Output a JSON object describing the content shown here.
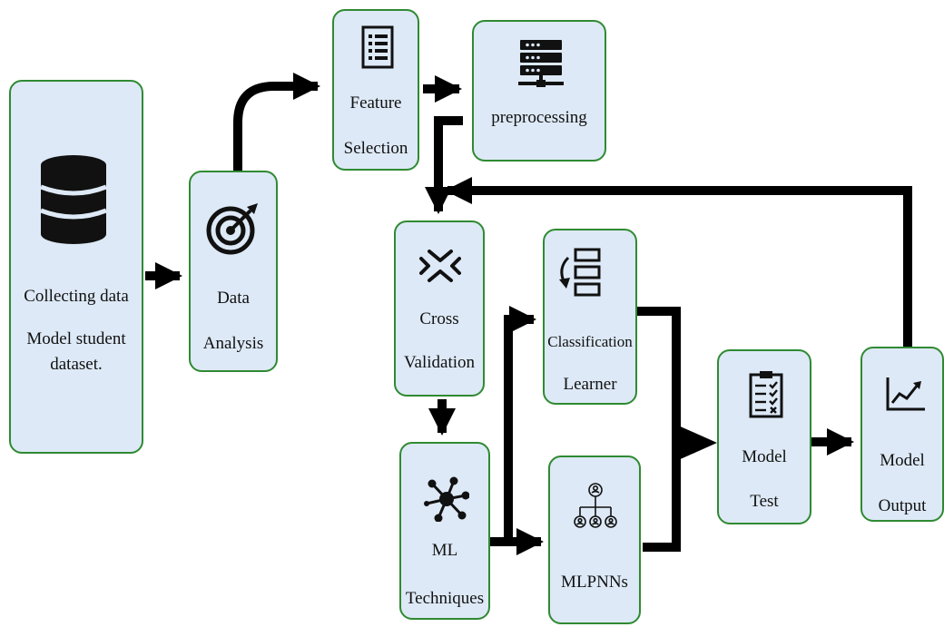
{
  "collect": {
    "line1": "Collecting data",
    "line2": "Model student",
    "line3": "dataset."
  },
  "analysis": {
    "line1": "Data",
    "line2": "Analysis"
  },
  "feature": {
    "line1": "Feature",
    "line2": "Selection"
  },
  "preprocessing": {
    "label": "preprocessing"
  },
  "cross": {
    "line1": "Cross",
    "line2": "Validation"
  },
  "ml": {
    "line1": "ML",
    "line2": "Techniques"
  },
  "classification": {
    "line1": "Classification",
    "line2": "Learner"
  },
  "mlpnn": {
    "label": "MLPNNs"
  },
  "test": {
    "line1": "Model",
    "line2": "Test"
  },
  "output": {
    "line1": "Model",
    "line2": "Output"
  },
  "icons": [
    "database-icon",
    "target-icon",
    "document-list-icon",
    "server-icon",
    "cross-validation-icon",
    "network-hub-icon",
    "classification-icon",
    "hierarchy-icon",
    "clipboard-checklist-icon",
    "line-chart-icon"
  ],
  "colors": {
    "box_fill": "#dde9f6",
    "box_border": "#2f8a32",
    "arrow": "#000000"
  }
}
